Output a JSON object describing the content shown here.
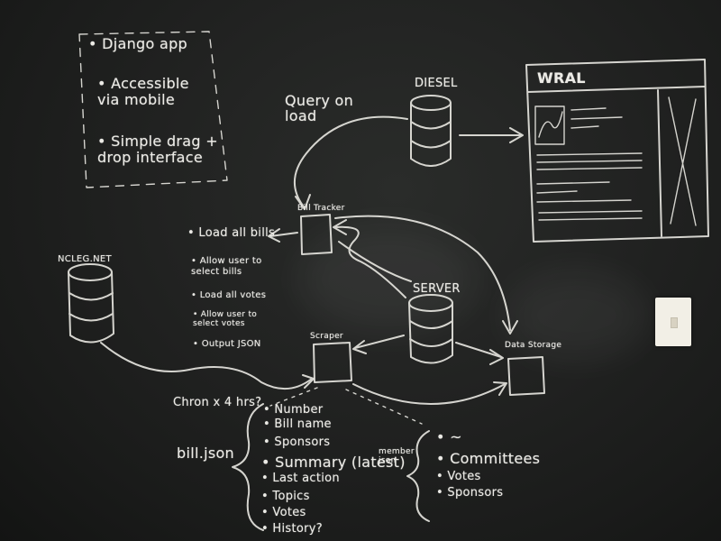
{
  "notes_box": {
    "items": [
      "Django app",
      "Accessible via mobile",
      "Simple drag + drop interface"
    ]
  },
  "labels": {
    "diesel": "DIESEL",
    "wral": "WRAL",
    "query_on_load": "Query on load",
    "bill_tracker": "Bill Tracker",
    "server": "SERVER",
    "scraper": "Scraper",
    "data_storage": "Data Storage",
    "ncleg": "NCLEG.NET",
    "chron": "Chron x 4 hrs?",
    "bill_json": "bill.json",
    "member_json": "member json"
  },
  "tracker_tasks": [
    "Load all bills",
    "Allow user to select bills",
    "Load all votes",
    "Allow user to select votes",
    "Output JSON"
  ],
  "bill_fields": [
    "Number",
    "Bill name",
    "Sponsors",
    "Summary (latest)",
    "Last action",
    "Topics",
    "Votes",
    "History?"
  ],
  "member_fields": [
    "~",
    "Committees",
    "Votes",
    "Sponsors"
  ],
  "colors": {
    "chalk": "#ecebe6",
    "board": "#1c1d1c",
    "switch_plate": "#f2efe6"
  }
}
